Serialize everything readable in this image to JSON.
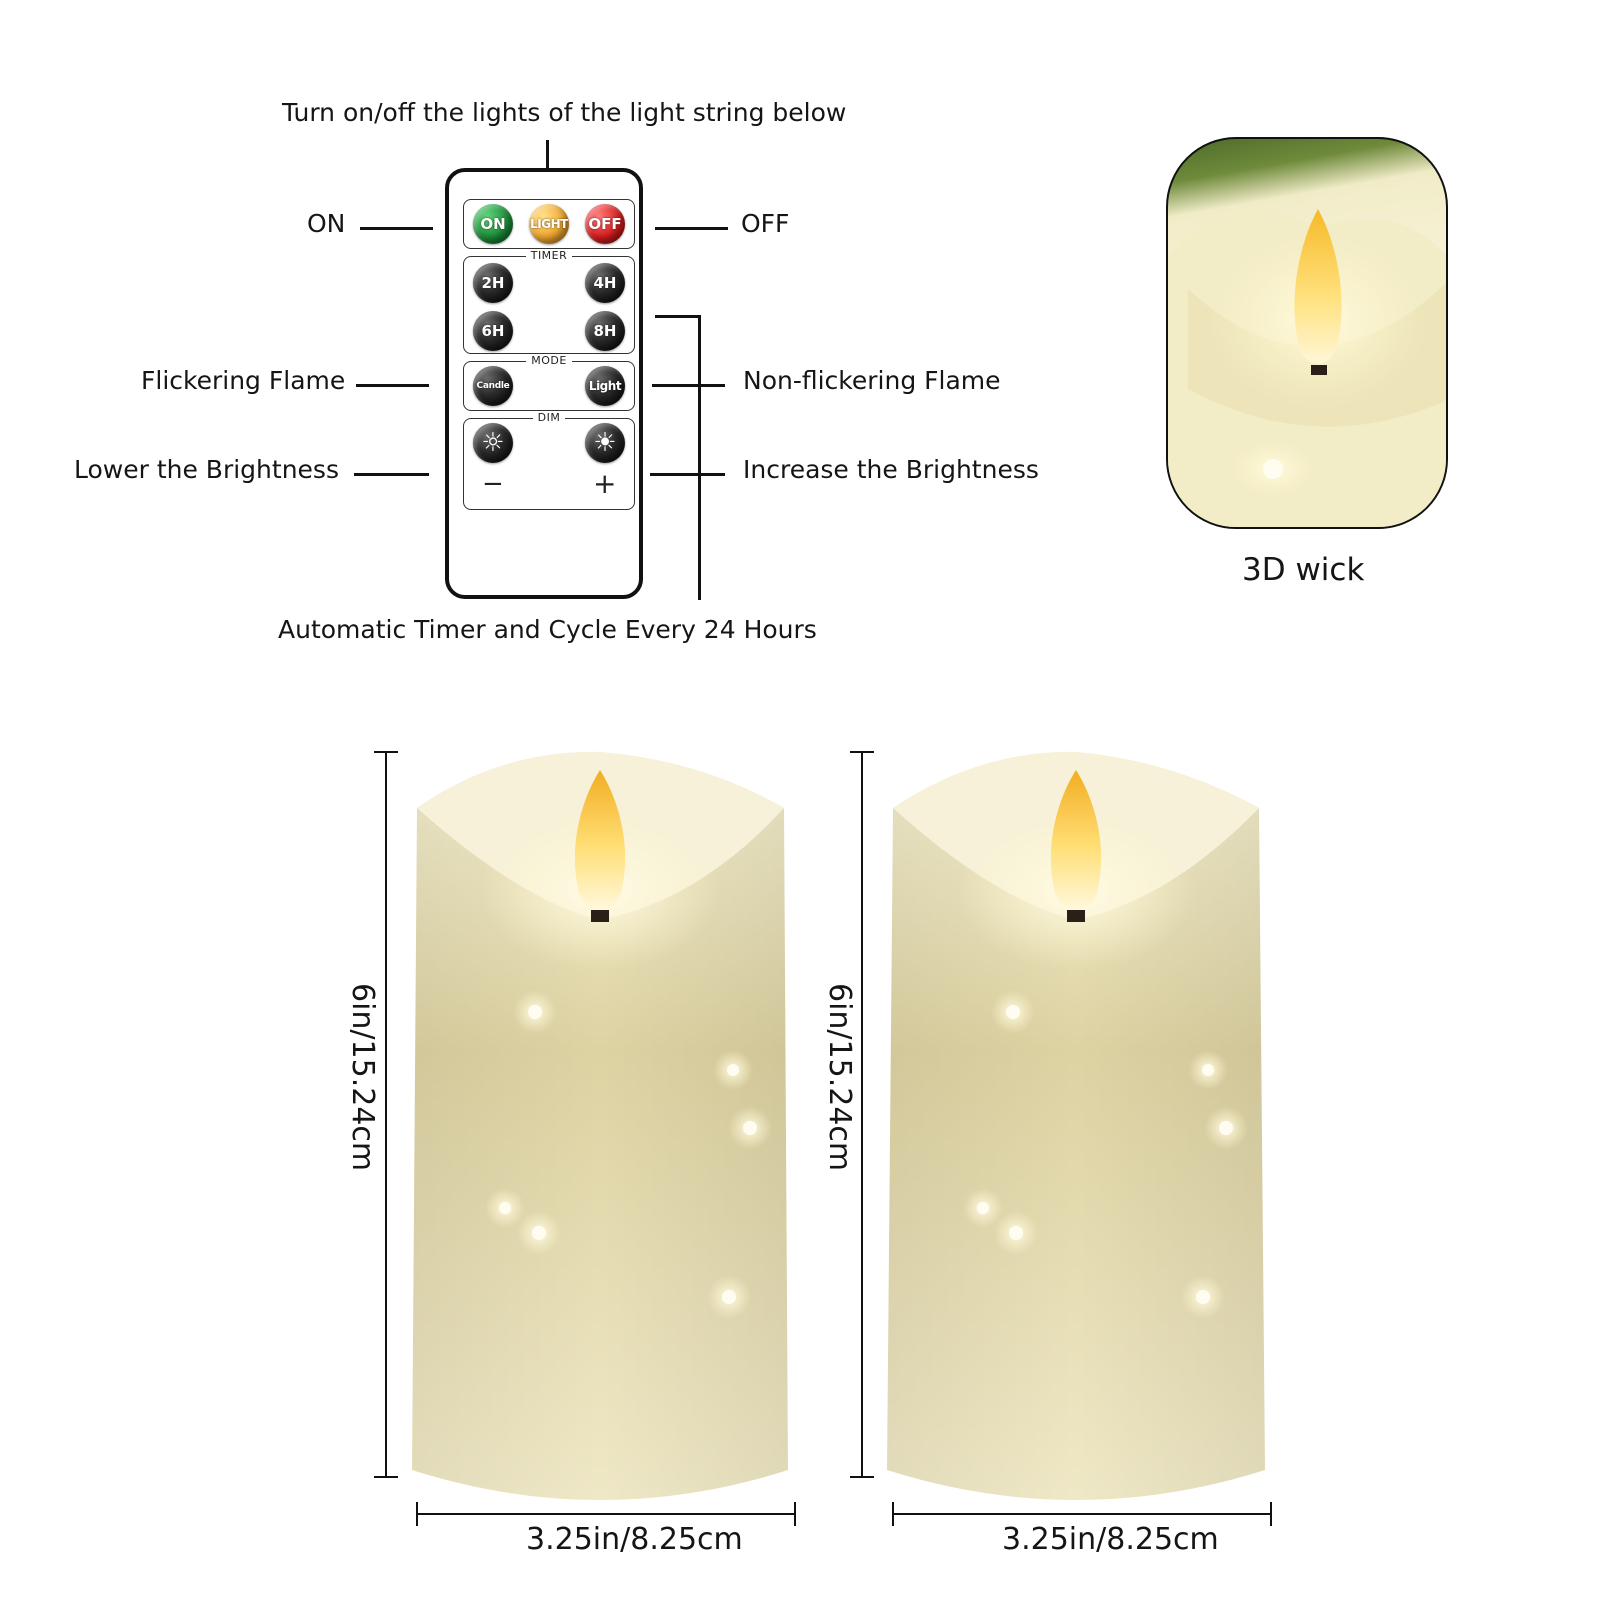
{
  "remote": {
    "top_label": "Turn on/off the lights of the light string below",
    "left_labels": {
      "on": "ON",
      "flicker": "Flickering Flame",
      "lower": "Lower the Brightness"
    },
    "right_labels": {
      "off": "OFF",
      "non_flicker": "Non-flickering Flame",
      "increase": "Increase the Brightness"
    },
    "bottom_label": "Automatic Timer and Cycle Every 24 Hours",
    "buttons": {
      "on": "ON",
      "light": "LIGHT",
      "off": "OFF",
      "t2": "2H",
      "t4": "4H",
      "t6": "6H",
      "t8": "8H",
      "candle": "Candle",
      "light_mode": "Light",
      "minus": "−",
      "plus": "+"
    },
    "groups": {
      "timer": "TIMER",
      "mode": "MODE",
      "dim": "DIM"
    },
    "colors": {
      "on": "#1e8f3a",
      "light": "#f0a830",
      "off": "#d81e1e"
    }
  },
  "wick": {
    "caption": "3D wick"
  },
  "candles": [
    {
      "height": "6in/15.24cm",
      "width": "3.25in/8.25cm"
    },
    {
      "height": "6in/15.24cm",
      "width": "3.25in/8.25cm"
    }
  ]
}
